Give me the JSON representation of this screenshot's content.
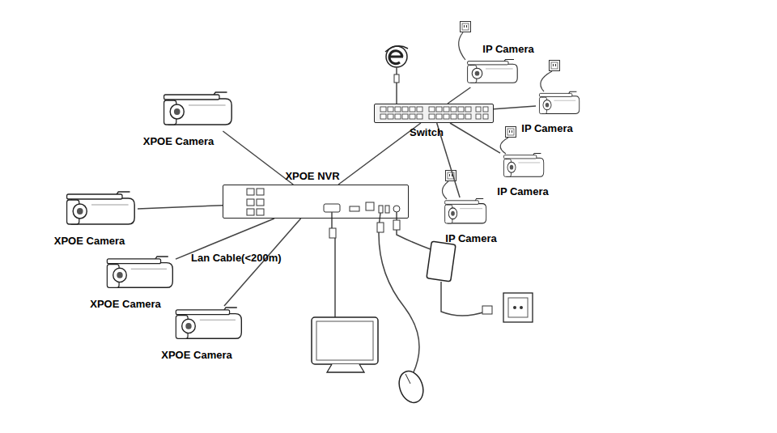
{
  "diagram": {
    "nodes": [
      {
        "text": [
          "XPOE NVR"
        ]
      },
      {
        "text": [
          "Switch"
        ]
      },
      {
        "text": [
          "XPOE Camera"
        ]
      },
      {
        "text": [
          "XPOE Camera"
        ]
      },
      {
        "text": [
          "XPOE Camera"
        ]
      },
      {
        "text": [
          "XPOE Camera"
        ]
      },
      {
        "text": [
          "IP Camera"
        ]
      },
      {
        "text": [
          "IP Camera"
        ]
      },
      {
        "text": [
          "IP Camera"
        ]
      },
      {
        "text": [
          "IP Camera"
        ]
      }
    ],
    "edges": [
      {
        "from": 2,
        "to": 0,
        "arrow": "none"
      },
      {
        "from": 3,
        "to": 0,
        "arrow": "none"
      },
      {
        "from": 4,
        "to": 0,
        "arrow": "none"
      },
      {
        "from": 5,
        "to": 0,
        "arrow": "none"
      },
      {
        "from": 1,
        "to": 0,
        "arrow": "none"
      },
      {
        "from": 6,
        "to": 1,
        "arrow": "none"
      },
      {
        "from": 7,
        "to": 1,
        "arrow": "none"
      },
      {
        "from": 8,
        "to": 1,
        "arrow": "none"
      },
      {
        "from": 9,
        "to": 1,
        "arrow": "none"
      }
    ],
    "labels": [
      "Lan Cable(<200m)"
    ]
  }
}
